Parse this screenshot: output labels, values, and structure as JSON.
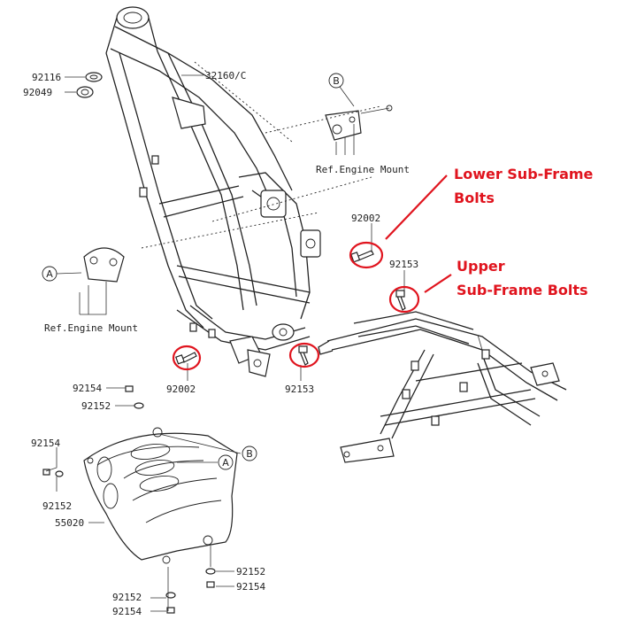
{
  "parts": {
    "p92116": "92116",
    "p92049": "92049",
    "p32160": "32160/C",
    "p92002_top": "92002",
    "p92153_top": "92153",
    "p92002_bottom": "92002",
    "p92153_bottom": "92153",
    "p92154_a": "92154",
    "p92152_a": "92152",
    "p92154_b": "92154",
    "p92152_b": "92152",
    "p55020": "55020",
    "p92152_c": "92152",
    "p92154_c": "92154",
    "p92152_d": "92152",
    "p92154_d": "92154"
  },
  "refs": {
    "engine_mount_right": "Ref.Engine Mount",
    "engine_mount_left": "Ref.Engine Mount",
    "marker_a_left": "A",
    "marker_b_top": "B",
    "marker_a_plate": "A",
    "marker_b_plate": "B"
  },
  "annotations": {
    "lower_line1": "Lower Sub-Frame",
    "lower_line2": "Bolts",
    "upper_line1": "Upper",
    "upper_line2": "Sub-Frame Bolts",
    "color": "#e0141e"
  }
}
